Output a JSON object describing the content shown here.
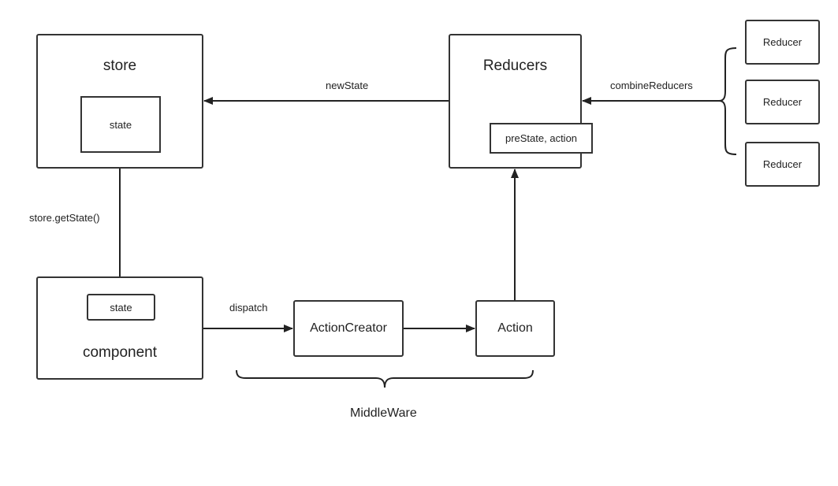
{
  "nodes": {
    "store": {
      "title": "store",
      "inner": "state"
    },
    "component": {
      "title": "component",
      "inner": "state"
    },
    "reducers": {
      "title": "Reducers",
      "inner": "preState, action"
    },
    "action_creator": "ActionCreator",
    "action": "Action",
    "reducer_items": [
      "Reducer",
      "Reducer",
      "Reducer"
    ]
  },
  "edges": {
    "new_state": "newState",
    "combine_reducers": "combineReducers",
    "get_state": "store.getState()",
    "dispatch": "dispatch"
  },
  "groups": {
    "middleware": "MiddleWare"
  }
}
